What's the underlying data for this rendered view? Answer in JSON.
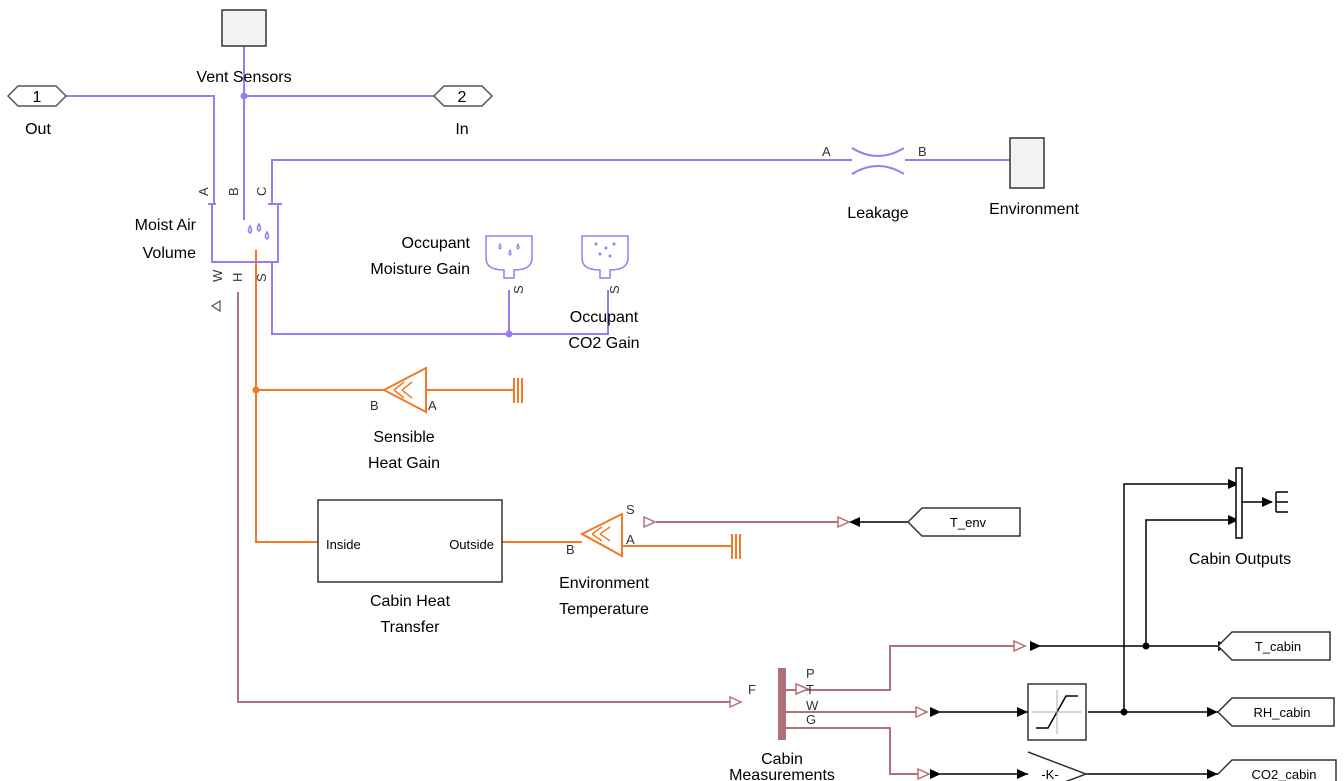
{
  "ports": {
    "out": {
      "number": "1",
      "label": "Out"
    },
    "in": {
      "number": "2",
      "label": "In"
    }
  },
  "blocks": {
    "vent_sensors": "Vent Sensors",
    "moist_air_volume": [
      "Moist Air",
      "Volume"
    ],
    "leakage": "Leakage",
    "environment": "Environment",
    "occupant_moisture_gain": [
      "Occupant",
      "Moisture Gain"
    ],
    "occupant_co2_gain": [
      "Occupant",
      "CO2 Gain"
    ],
    "sensible_heat_gain": [
      "Sensible",
      "Heat Gain"
    ],
    "cabin_heat_transfer": [
      "Cabin Heat",
      "Transfer"
    ],
    "environment_temperature": [
      "Environment",
      "Temperature"
    ],
    "cabin_measurements": [
      "Cabin",
      "Measurements"
    ],
    "cabin_outputs": "Cabin Outputs",
    "gain_block": "-K-"
  },
  "port_labels": {
    "mav_A": "A",
    "mav_B": "B",
    "mav_C": "C",
    "mav_W": "W",
    "mav_H": "H",
    "mav_S": "S",
    "leak_A": "A",
    "leak_B": "B",
    "omg_S": "S",
    "ocg_S": "S",
    "shg_B": "B",
    "shg_A": "A",
    "et_B": "B",
    "et_A": "A",
    "et_S": "S",
    "cht_inside": "Inside",
    "cht_outside": "Outside",
    "cm_F": "F",
    "cm_P": "P",
    "cm_T": "T",
    "cm_W": "W",
    "cm_G": "G"
  },
  "goto_tags": {
    "t_env": "T_env",
    "t_cabin": "T_cabin",
    "rh_cabin": "RH_cabin",
    "co2_cabin": "CO2_cabin"
  },
  "colors": {
    "moist_air": "#9a7cf0",
    "thermal": "#f07a2a",
    "physical_signal": "#b07078",
    "signal": "#000000"
  }
}
